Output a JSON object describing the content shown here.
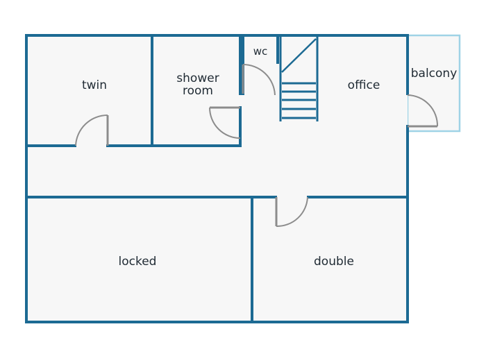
{
  "rooms": {
    "twin": "twin",
    "shower_line1": "shower",
    "shower_line2": "room",
    "wc": "wc",
    "office": "office",
    "balcony": "balcony",
    "locked": "locked",
    "double": "double"
  },
  "colors": {
    "wall": "#1c6a93",
    "balcony_wall": "#9fd3e6",
    "floor": "#f7f7f7",
    "door": "#8c8c8c",
    "stairs": "#1c6a93"
  }
}
